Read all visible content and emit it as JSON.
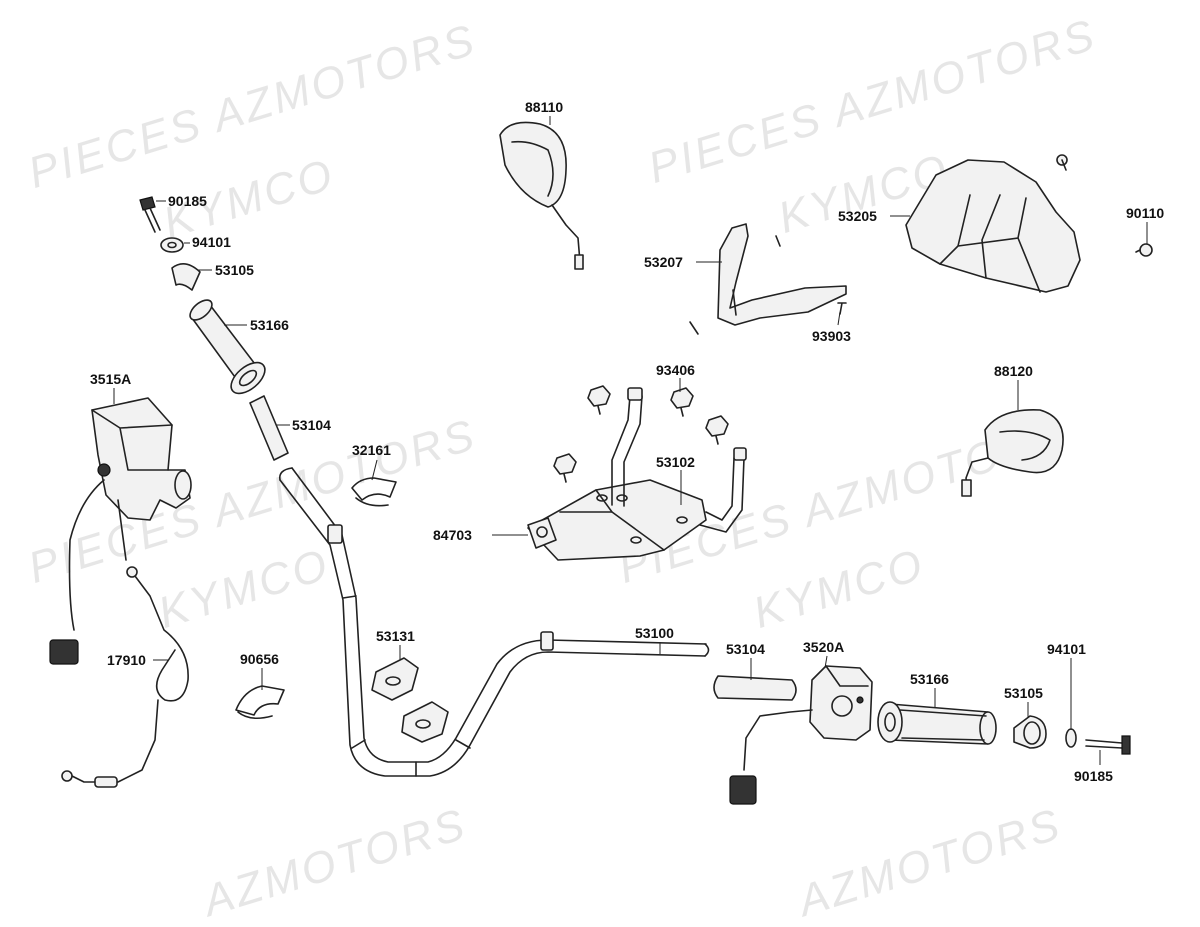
{
  "watermark": {
    "line1": "PIECES AZMOTORS",
    "line2": "KYMCO",
    "partial1": "AZMOTORS"
  },
  "parts": {
    "p88110": "88110",
    "p90185a": "90185",
    "p94101a": "94101",
    "p53105a": "53105",
    "p53166a": "53166",
    "p3515A": "3515A",
    "p53104a": "53104",
    "p32161": "32161",
    "p53207": "53207",
    "p53205": "53205",
    "p90110": "90110",
    "p93903": "93903",
    "p93406": "93406",
    "p53102": "53102",
    "p84703": "84703",
    "p88120": "88120",
    "p53131": "53131",
    "p53100": "53100",
    "p17910": "17910",
    "p90656": "90656",
    "p53104b": "53104",
    "p3520A": "3520A",
    "p53166b": "53166",
    "p53105b": "53105",
    "p94101b": "94101",
    "p90185b": "90185"
  }
}
